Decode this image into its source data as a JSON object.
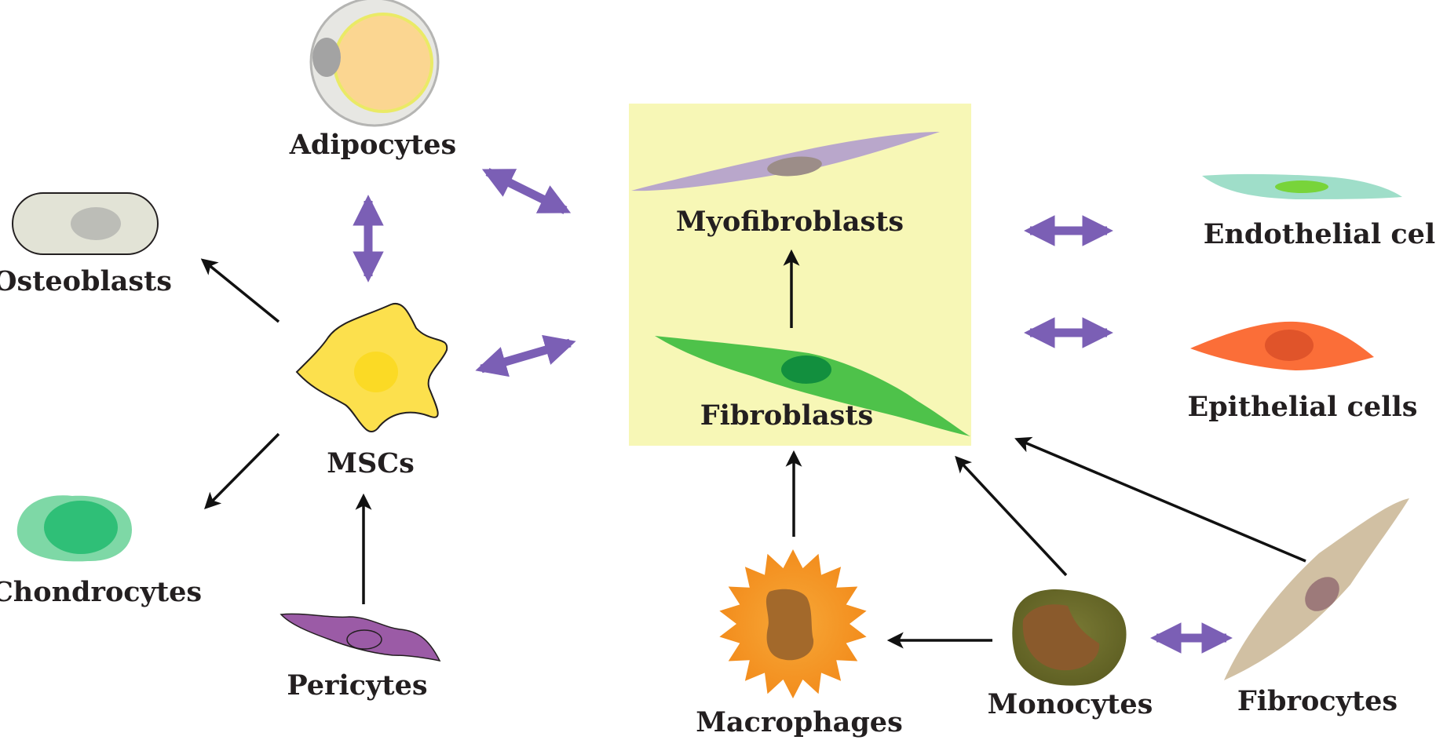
{
  "diagram": {
    "cells": {
      "adipocytes": "Adipocytes",
      "osteoblasts": "Osteoblasts",
      "mscs": "MSCs",
      "chondrocytes": "Chondrocytes",
      "pericytes": "Pericytes",
      "myofibroblasts": "Myofibroblasts",
      "fibroblasts": "Fibroblasts",
      "endothelial": "Endothelial cells",
      "epithelial": "Epithelial cells",
      "macrophages": "Macrophages",
      "monocytes": "Monocytes",
      "fibrocytes": "Fibrocytes"
    },
    "colors": {
      "bidirectional_arrow": "#7b5fb5",
      "unidirectional_arrow": "#111111",
      "central_box": "#f7f7b6"
    }
  }
}
